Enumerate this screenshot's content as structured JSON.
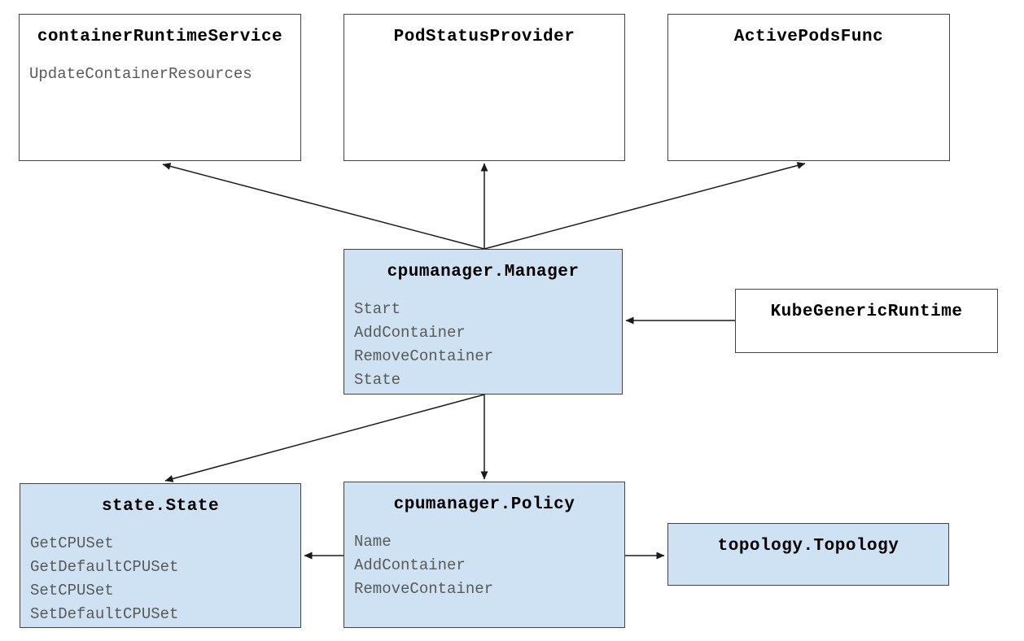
{
  "diagram": {
    "colors": {
      "background": "#ffffff",
      "node_fill_plain": "#ffffff",
      "node_fill_highlight": "#cfe2f3",
      "node_border": "#434343",
      "title_color": "#000000",
      "method_color": "#595959",
      "arrow_color": "#1a1a1a"
    }
  },
  "nodes": {
    "container_runtime_service": {
      "title": "containerRuntimeService",
      "methods": [
        "UpdateContainerResources"
      ],
      "highlighted": false
    },
    "pod_status_provider": {
      "title": "PodStatusProvider",
      "methods": [],
      "highlighted": false
    },
    "active_pods_func": {
      "title": "ActivePodsFunc",
      "methods": [],
      "highlighted": false
    },
    "cpumanager_manager": {
      "title": "cpumanager.Manager",
      "methods": [
        "Start",
        "AddContainer",
        "RemoveContainer",
        "State"
      ],
      "highlighted": true
    },
    "kube_generic_runtime": {
      "title": "KubeGenericRuntime",
      "methods": [],
      "highlighted": false
    },
    "state_state": {
      "title": "state.State",
      "methods": [
        "GetCPUSet",
        "GetDefaultCPUSet",
        "SetCPUSet",
        "SetDefaultCPUSet"
      ],
      "highlighted": true
    },
    "cpumanager_policy": {
      "title": "cpumanager.Policy",
      "methods": [
        "Name",
        "AddContainer",
        "RemoveContainer"
      ],
      "highlighted": true
    },
    "topology_topology": {
      "title": "topology.Topology",
      "methods": [],
      "highlighted": true
    }
  },
  "edges": [
    {
      "from": "cpumanager.Manager",
      "to": "containerRuntimeService"
    },
    {
      "from": "cpumanager.Manager",
      "to": "PodStatusProvider"
    },
    {
      "from": "cpumanager.Manager",
      "to": "ActivePodsFunc"
    },
    {
      "from": "KubeGenericRuntime",
      "to": "cpumanager.Manager"
    },
    {
      "from": "cpumanager.Manager",
      "to": "state.State"
    },
    {
      "from": "cpumanager.Manager",
      "to": "cpumanager.Policy"
    },
    {
      "from": "cpumanager.Policy",
      "to": "state.State"
    },
    {
      "from": "cpumanager.Policy",
      "to": "topology.Topology"
    }
  ]
}
